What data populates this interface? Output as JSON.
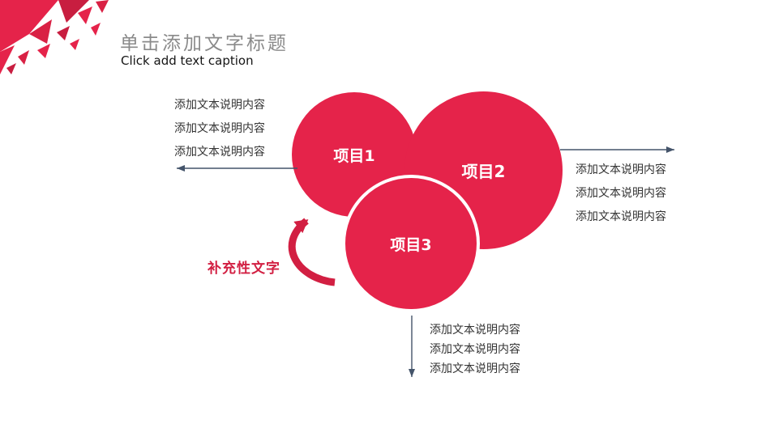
{
  "slide": {
    "title": "单击添加文字标题",
    "subtitle": "Click add text caption"
  },
  "circles": [
    {
      "label": "项目1"
    },
    {
      "label": "项目2"
    },
    {
      "label": "项目3"
    }
  ],
  "left_note": {
    "lines": [
      "添加文本说明内容",
      "添加文本说明内容",
      "添加文本说明内容"
    ]
  },
  "right_note": {
    "lines": [
      "添加文本说明内容",
      "添加文本说明内容",
      "添加文本说明内容"
    ]
  },
  "bottom_note": {
    "lines": [
      "添加文本说明内容",
      "添加文本说明内容",
      "添加文本说明内容"
    ]
  },
  "supplement_label": "补充性文字",
  "colors": {
    "accent_red": "#E5234A",
    "deep_red": "#D21F42",
    "arrow_slate": "#44546A",
    "title_gray": "#8A8A8A",
    "text_dark": "#333333"
  }
}
